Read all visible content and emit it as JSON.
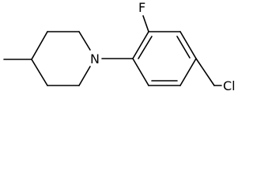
{
  "molecule": {
    "atoms": {
      "fluorine": "F",
      "nitrogen": "N",
      "chlorine": "Cl"
    },
    "colors": {
      "bond": "#000000",
      "label": "#000000",
      "background": "#ffffff"
    }
  }
}
